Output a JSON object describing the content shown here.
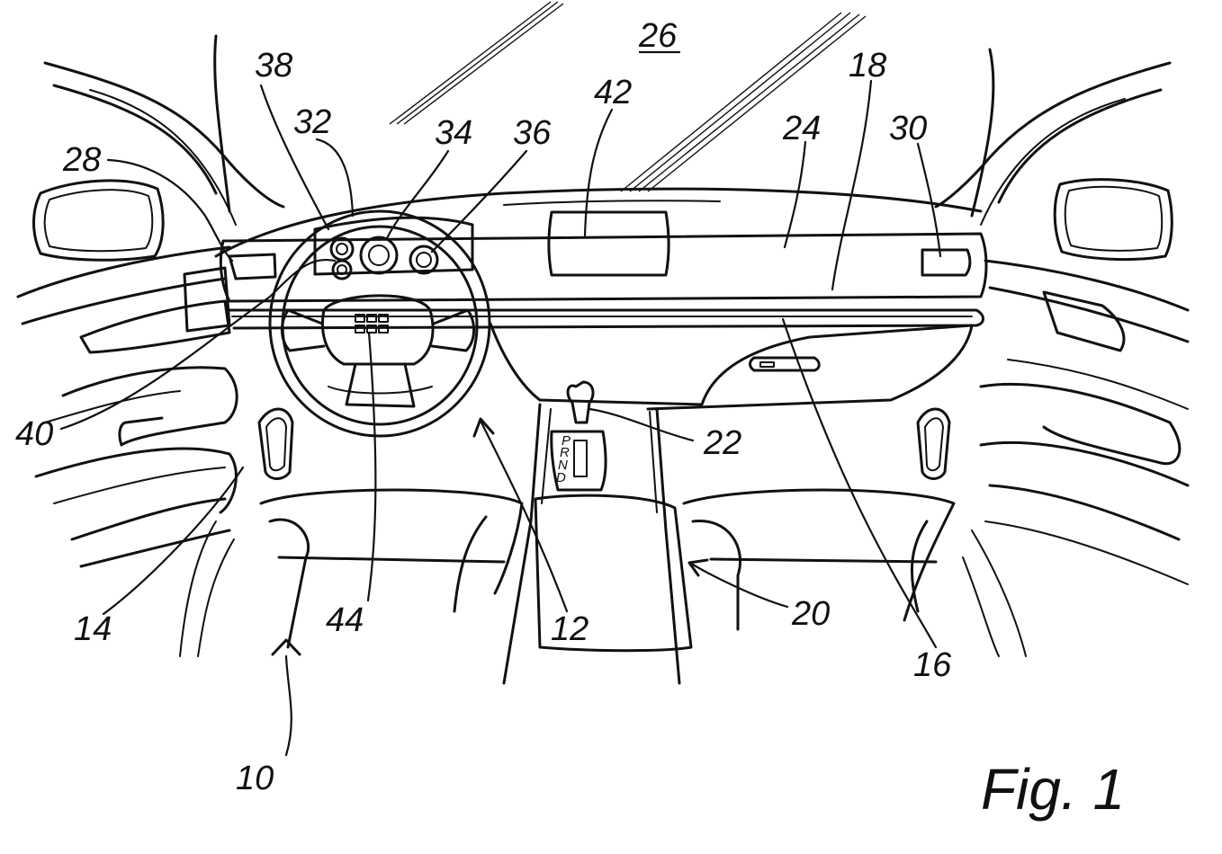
{
  "figure": {
    "label": "Fig. 1"
  },
  "shifter_positions": [
    "P",
    "R",
    "N",
    "D"
  ],
  "reference_numerals": {
    "n10": "10",
    "n12": "12",
    "n14": "14",
    "n16": "16",
    "n18": "18",
    "n20": "20",
    "n22": "22",
    "n24": "24",
    "n26": "26",
    "n28": "28",
    "n30": "30",
    "n32": "32",
    "n34": "34",
    "n36": "36",
    "n38": "38",
    "n40": "40",
    "n42": "42",
    "n44": "44"
  }
}
